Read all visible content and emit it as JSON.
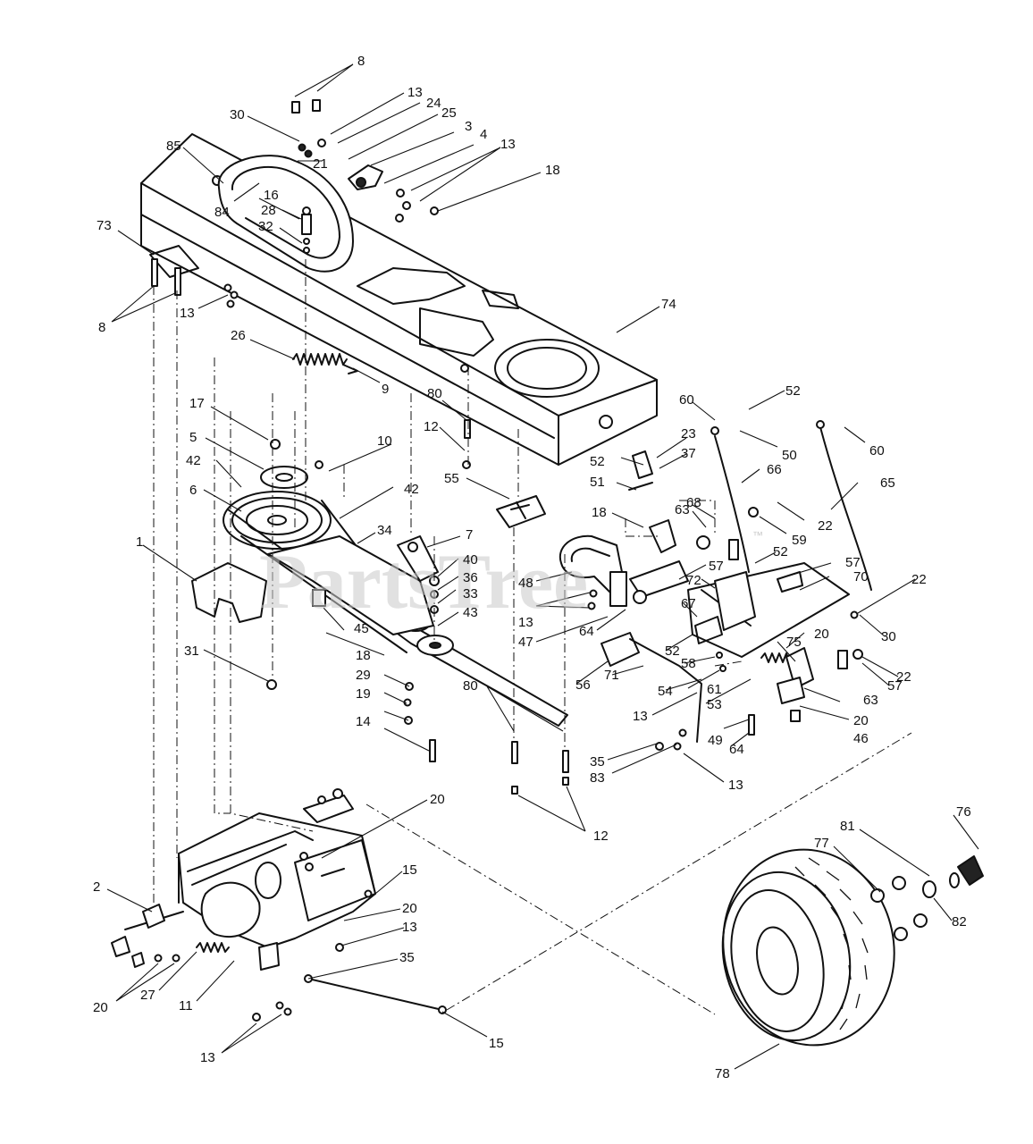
{
  "watermark": {
    "text": "PartsTree",
    "trademark": "™"
  },
  "callouts": [
    {
      "id": "c8a",
      "text": "8"
    },
    {
      "id": "c13a",
      "text": "13"
    },
    {
      "id": "c24",
      "text": "24"
    },
    {
      "id": "c30a",
      "text": "30"
    },
    {
      "id": "c25",
      "text": "25"
    },
    {
      "id": "c3",
      "text": "3"
    },
    {
      "id": "c4",
      "text": "4"
    },
    {
      "id": "c13b",
      "text": "13"
    },
    {
      "id": "c85",
      "text": "85"
    },
    {
      "id": "c21",
      "text": "21"
    },
    {
      "id": "c18a",
      "text": "18"
    },
    {
      "id": "c16",
      "text": "16"
    },
    {
      "id": "c28",
      "text": "28"
    },
    {
      "id": "c84",
      "text": "84"
    },
    {
      "id": "c73",
      "text": "73"
    },
    {
      "id": "c32",
      "text": "32"
    },
    {
      "id": "c8b",
      "text": "8"
    },
    {
      "id": "c13c",
      "text": "13"
    },
    {
      "id": "c74",
      "text": "74"
    },
    {
      "id": "c26",
      "text": "26"
    },
    {
      "id": "c9",
      "text": "9"
    },
    {
      "id": "c80a",
      "text": "80"
    },
    {
      "id": "c60a",
      "text": "60"
    },
    {
      "id": "c52a",
      "text": "52"
    },
    {
      "id": "c17",
      "text": "17"
    },
    {
      "id": "c12a",
      "text": "12"
    },
    {
      "id": "c23",
      "text": "23"
    },
    {
      "id": "c60b",
      "text": "60"
    },
    {
      "id": "c50",
      "text": "50"
    },
    {
      "id": "c5",
      "text": "5"
    },
    {
      "id": "c10",
      "text": "10"
    },
    {
      "id": "c52b",
      "text": "52"
    },
    {
      "id": "c37",
      "text": "37"
    },
    {
      "id": "c66",
      "text": "66"
    },
    {
      "id": "c65",
      "text": "65"
    },
    {
      "id": "c42a",
      "text": "42"
    },
    {
      "id": "c55",
      "text": "55"
    },
    {
      "id": "c51",
      "text": "51"
    },
    {
      "id": "c6",
      "text": "6"
    },
    {
      "id": "c42b",
      "text": "42"
    },
    {
      "id": "c18b",
      "text": "18"
    },
    {
      "id": "c63a",
      "text": "63"
    },
    {
      "id": "c68",
      "text": "68"
    },
    {
      "id": "c22a",
      "text": "22"
    },
    {
      "id": "c59",
      "text": "59"
    },
    {
      "id": "c34",
      "text": "34"
    },
    {
      "id": "c7",
      "text": "7"
    },
    {
      "id": "c1",
      "text": "1"
    },
    {
      "id": "c40",
      "text": "40"
    },
    {
      "id": "c57a",
      "text": "57"
    },
    {
      "id": "c52c",
      "text": "52"
    },
    {
      "id": "c57b",
      "text": "57"
    },
    {
      "id": "c36",
      "text": "36"
    },
    {
      "id": "c48",
      "text": "48"
    },
    {
      "id": "c72",
      "text": "72"
    },
    {
      "id": "c70",
      "text": "70"
    },
    {
      "id": "c22b",
      "text": "22"
    },
    {
      "id": "c33",
      "text": "33"
    },
    {
      "id": "c67",
      "text": "67"
    },
    {
      "id": "c43",
      "text": "43"
    },
    {
      "id": "c13d",
      "text": "13"
    },
    {
      "id": "c47",
      "text": "47"
    },
    {
      "id": "c45",
      "text": "45"
    },
    {
      "id": "c64a",
      "text": "64"
    },
    {
      "id": "c52d",
      "text": "52"
    },
    {
      "id": "c20a",
      "text": "20"
    },
    {
      "id": "c30b",
      "text": "30"
    },
    {
      "id": "c75",
      "text": "75"
    },
    {
      "id": "c58",
      "text": "58"
    },
    {
      "id": "c18c",
      "text": "18"
    },
    {
      "id": "c31",
      "text": "31"
    },
    {
      "id": "c56",
      "text": "56"
    },
    {
      "id": "c22c",
      "text": "22"
    },
    {
      "id": "c54",
      "text": "54"
    },
    {
      "id": "c57c",
      "text": "57"
    },
    {
      "id": "c29",
      "text": "29"
    },
    {
      "id": "c71",
      "text": "71"
    },
    {
      "id": "c61",
      "text": "61"
    },
    {
      "id": "c63b",
      "text": "63"
    },
    {
      "id": "c19",
      "text": "19"
    },
    {
      "id": "c53",
      "text": "53"
    },
    {
      "id": "c13e",
      "text": "13"
    },
    {
      "id": "c20b",
      "text": "20"
    },
    {
      "id": "c80b",
      "text": "80"
    },
    {
      "id": "c14",
      "text": "14"
    },
    {
      "id": "c46",
      "text": "46"
    },
    {
      "id": "c49",
      "text": "49"
    },
    {
      "id": "c64b",
      "text": "64"
    },
    {
      "id": "c35a",
      "text": "35"
    },
    {
      "id": "c83",
      "text": "83"
    },
    {
      "id": "c13f",
      "text": "13"
    },
    {
      "id": "c20c",
      "text": "20"
    },
    {
      "id": "c12b",
      "text": "12"
    },
    {
      "id": "c76",
      "text": "76"
    },
    {
      "id": "c81",
      "text": "81"
    },
    {
      "id": "c77",
      "text": "77"
    },
    {
      "id": "c15a",
      "text": "15"
    },
    {
      "id": "c2",
      "text": "2"
    },
    {
      "id": "c82",
      "text": "82"
    },
    {
      "id": "c20d",
      "text": "20"
    },
    {
      "id": "c13g",
      "text": "13"
    },
    {
      "id": "c35b",
      "text": "35"
    },
    {
      "id": "c20e",
      "text": "20"
    },
    {
      "id": "c27",
      "text": "27"
    },
    {
      "id": "c11",
      "text": "11"
    },
    {
      "id": "c15b",
      "text": "15"
    },
    {
      "id": "c13h",
      "text": "13"
    },
    {
      "id": "c78",
      "text": "78"
    }
  ]
}
